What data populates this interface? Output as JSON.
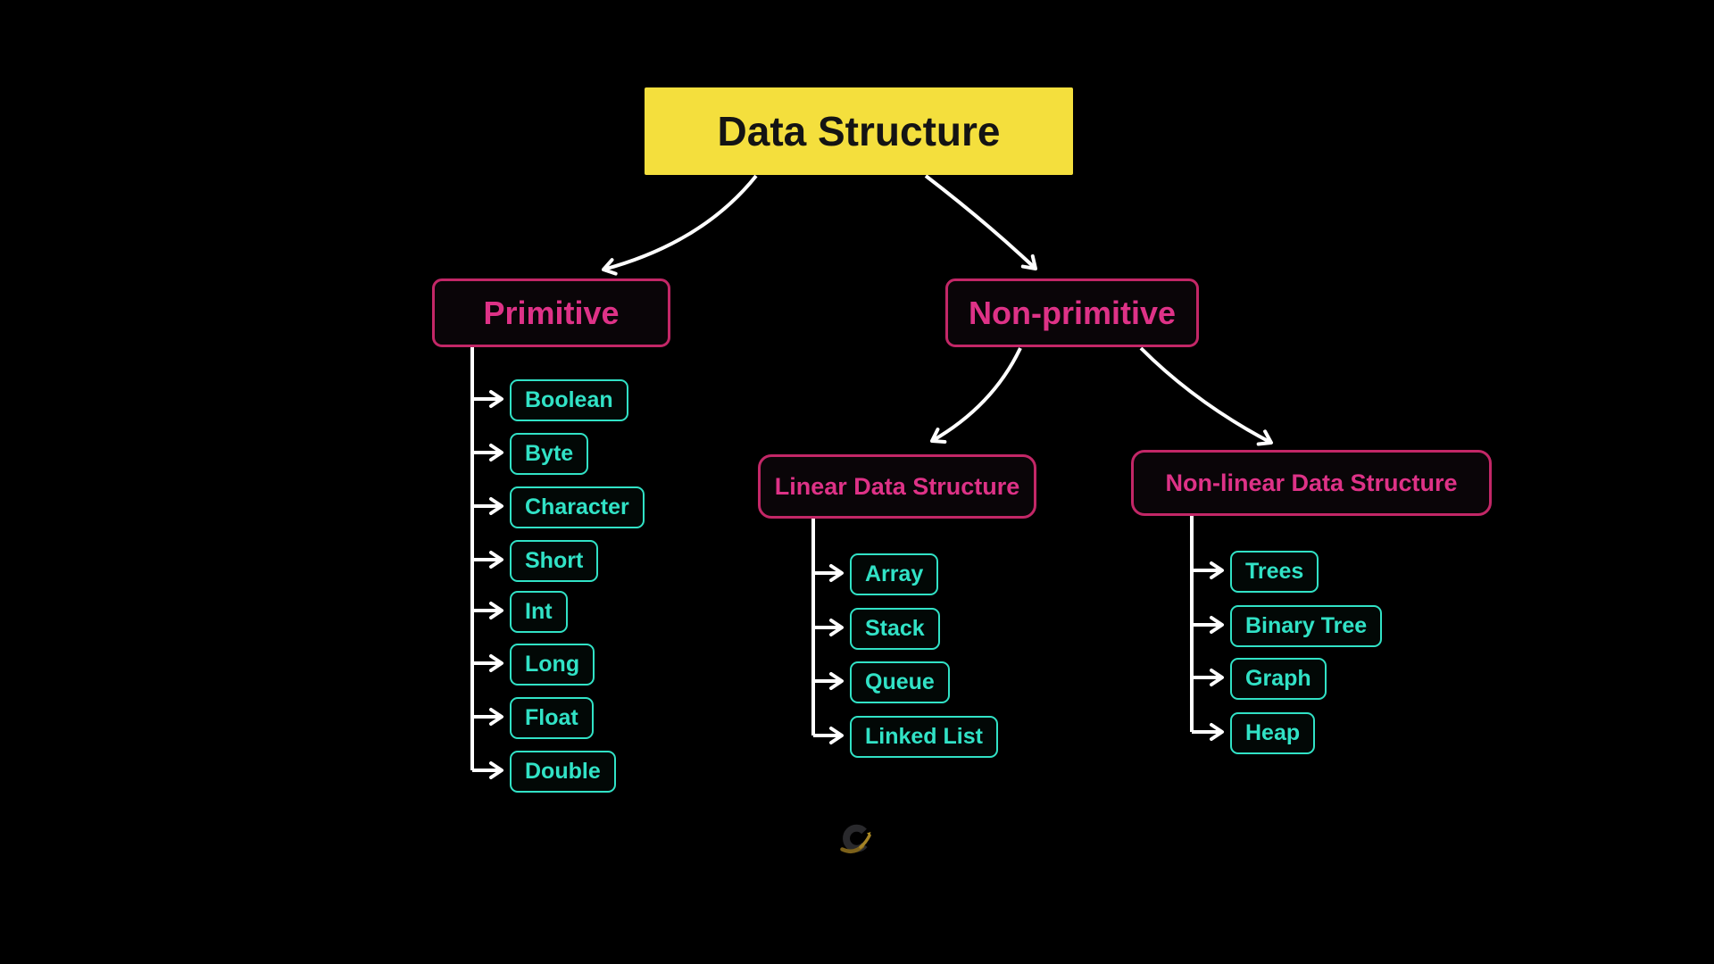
{
  "diagram": {
    "root": {
      "label": "Data Structure"
    },
    "primitive": {
      "label": "Primitive",
      "children": [
        "Boolean",
        "Byte",
        "Character",
        "Short",
        "Int",
        "Long",
        "Float",
        "Double"
      ]
    },
    "non_primitive": {
      "label": "Non-primitive"
    },
    "linear": {
      "label": "Linear Data Structure",
      "children": [
        "Array",
        "Stack",
        "Queue",
        "Linked List"
      ]
    },
    "non_linear": {
      "label": "Non-linear Data Structure",
      "children": [
        "Trees",
        "Binary Tree",
        "Graph",
        "Heap"
      ]
    }
  },
  "colors": {
    "background": "#000000",
    "root_fill": "#f4df3d",
    "root_text": "#141414",
    "branch_border": "#c32767",
    "branch_text": "#de3287",
    "leaf_accent": "#31e2c6",
    "connector": "#ffffff",
    "watermark_ring": "#2e2e31",
    "watermark_swoosh": "#9a7a20"
  },
  "watermark": {
    "icon": "c-swoosh-logo"
  }
}
